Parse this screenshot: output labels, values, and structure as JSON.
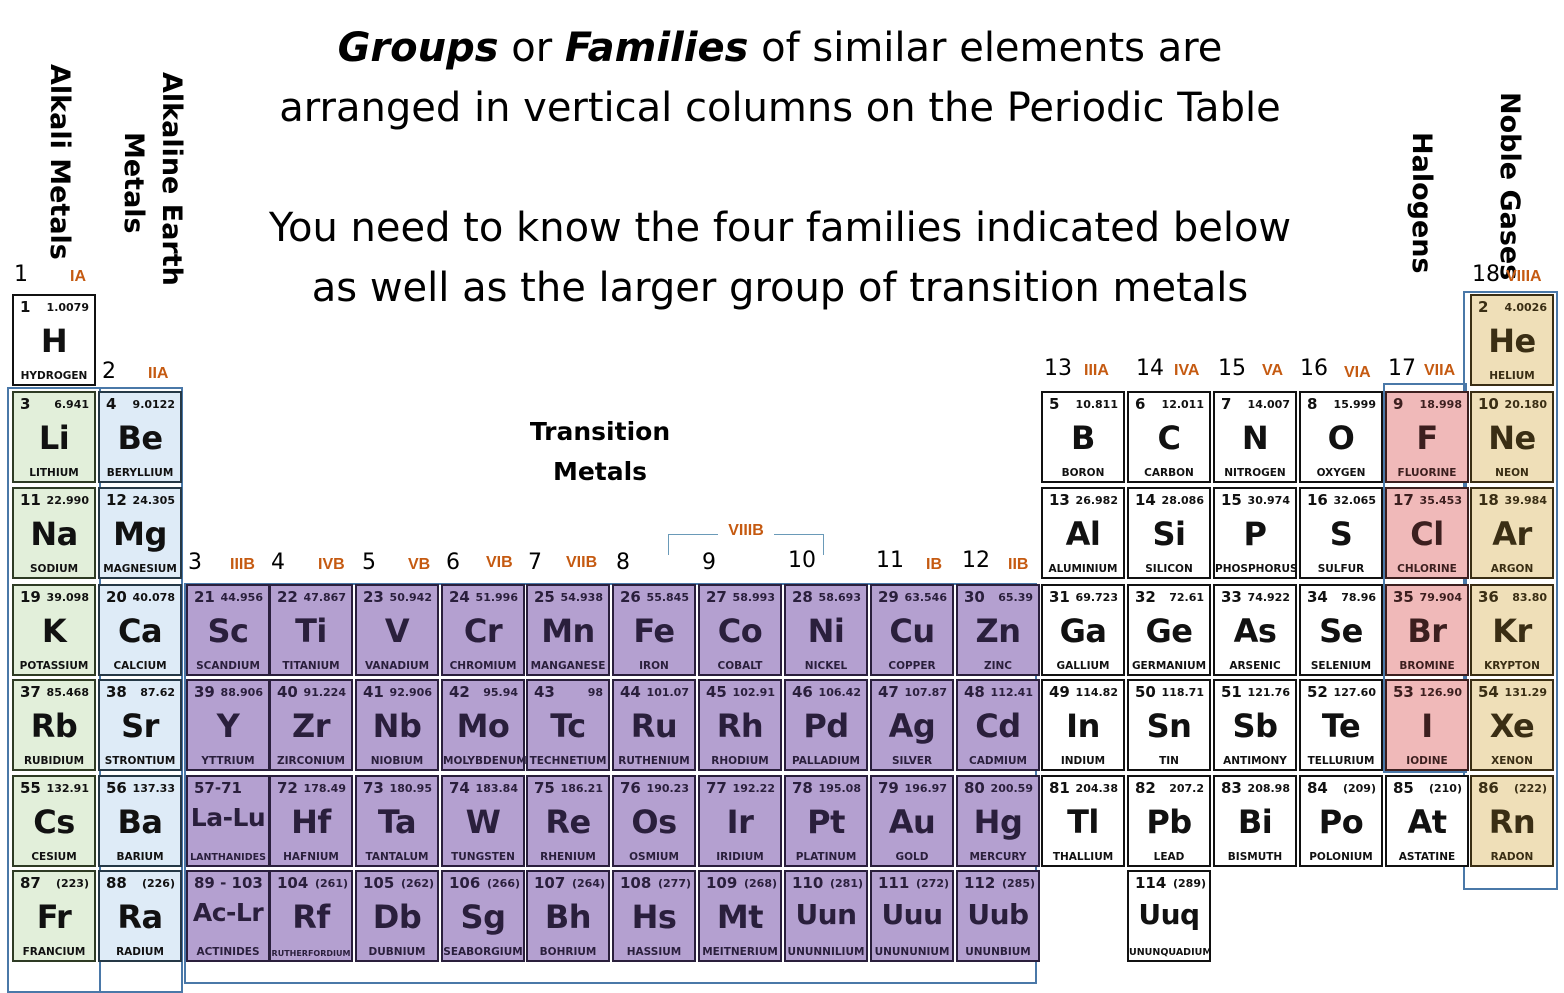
{
  "headline": {
    "line1_part1": "Groups",
    "line1_part2": " or ",
    "line1_part3": "Families",
    "line1_part4": " of similar elements are",
    "line2": "arranged in vertical columns on the Periodic Table",
    "line3": "You need to know the four families indicated below",
    "line4": "as well as the larger group of transition metals"
  },
  "family_labels": {
    "alkali": "Alkali Metals",
    "alkaline_earth_1": "Alkaline  Earth",
    "alkaline_earth_2": "Metals",
    "halogens": "Halogens",
    "noble": "Noble Gases",
    "transition_1": "Transition",
    "transition_2": "Metals",
    "viiib": "VIIIB"
  },
  "groups": [
    {
      "num": "1",
      "code": "IA"
    },
    {
      "num": "2",
      "code": "IIA"
    },
    {
      "num": "3",
      "code": "IIIB"
    },
    {
      "num": "4",
      "code": "IVB"
    },
    {
      "num": "5",
      "code": "VB"
    },
    {
      "num": "6",
      "code": "VIB"
    },
    {
      "num": "7",
      "code": "VIIB"
    },
    {
      "num": "8",
      "code": ""
    },
    {
      "num": "9",
      "code": ""
    },
    {
      "num": "10",
      "code": ""
    },
    {
      "num": "11",
      "code": "IB"
    },
    {
      "num": "12",
      "code": "IIB"
    },
    {
      "num": "13",
      "code": "IIIA"
    },
    {
      "num": "14",
      "code": "IVA"
    },
    {
      "num": "15",
      "code": "VA"
    },
    {
      "num": "16",
      "code": "VIA"
    },
    {
      "num": "17",
      "code": "VIIA"
    },
    {
      "num": "18",
      "code": "VIIIA"
    }
  ],
  "elements": [
    {
      "n": "1",
      "m": "1.0079",
      "s": "H",
      "name": "HYDROGEN",
      "col": 1,
      "row": 1,
      "fam": "plain"
    },
    {
      "n": "3",
      "m": "6.941",
      "s": "Li",
      "name": "LITHIUM",
      "col": 1,
      "row": 2,
      "fam": "alkali"
    },
    {
      "n": "11",
      "m": "22.990",
      "s": "Na",
      "name": "SODIUM",
      "col": 1,
      "row": 3,
      "fam": "alkali"
    },
    {
      "n": "19",
      "m": "39.098",
      "s": "K",
      "name": "POTASSIUM",
      "col": 1,
      "row": 4,
      "fam": "alkali"
    },
    {
      "n": "37",
      "m": "85.468",
      "s": "Rb",
      "name": "RUBIDIUM",
      "col": 1,
      "row": 5,
      "fam": "alkali"
    },
    {
      "n": "55",
      "m": "132.91",
      "s": "Cs",
      "name": "CESIUM",
      "col": 1,
      "row": 6,
      "fam": "alkali"
    },
    {
      "n": "87",
      "m": "(223)",
      "s": "Fr",
      "name": "FRANCIUM",
      "col": 1,
      "row": 7,
      "fam": "alkali"
    },
    {
      "n": "4",
      "m": "9.0122",
      "s": "Be",
      "name": "BERYLLIUM",
      "col": 2,
      "row": 2,
      "fam": "alkaline"
    },
    {
      "n": "12",
      "m": "24.305",
      "s": "Mg",
      "name": "MAGNESIUM",
      "col": 2,
      "row": 3,
      "fam": "alkaline"
    },
    {
      "n": "20",
      "m": "40.078",
      "s": "Ca",
      "name": "CALCIUM",
      "col": 2,
      "row": 4,
      "fam": "alkaline"
    },
    {
      "n": "38",
      "m": "87.62",
      "s": "Sr",
      "name": "STRONTIUM",
      "col": 2,
      "row": 5,
      "fam": "alkaline"
    },
    {
      "n": "56",
      "m": "137.33",
      "s": "Ba",
      "name": "BARIUM",
      "col": 2,
      "row": 6,
      "fam": "alkaline"
    },
    {
      "n": "88",
      "m": "(226)",
      "s": "Ra",
      "name": "RADIUM",
      "col": 2,
      "row": 7,
      "fam": "alkaline"
    },
    {
      "n": "21",
      "m": "44.956",
      "s": "Sc",
      "name": "SCANDIUM",
      "col": 3,
      "row": 4,
      "fam": "transition"
    },
    {
      "n": "39",
      "m": "88.906",
      "s": "Y",
      "name": "YTTRIUM",
      "col": 3,
      "row": 5,
      "fam": "transition"
    },
    {
      "n": "57-71",
      "m": "",
      "s": "La-Lu",
      "name": "LANTHANIDES",
      "col": 3,
      "row": 6,
      "fam": "transition"
    },
    {
      "n": "89 - 103",
      "m": "",
      "s": "Ac-Lr",
      "name": "ACTINIDES",
      "col": 3,
      "row": 7,
      "fam": "transition"
    },
    {
      "n": "22",
      "m": "47.867",
      "s": "Ti",
      "name": "TITANIUM",
      "col": 4,
      "row": 4,
      "fam": "transition"
    },
    {
      "n": "40",
      "m": "91.224",
      "s": "Zr",
      "name": "ZIRCONIUM",
      "col": 4,
      "row": 5,
      "fam": "transition"
    },
    {
      "n": "72",
      "m": "178.49",
      "s": "Hf",
      "name": "HAFNIUM",
      "col": 4,
      "row": 6,
      "fam": "transition"
    },
    {
      "n": "104",
      "m": "(261)",
      "s": "Rf",
      "name": "RUTHERFORDIUM",
      "col": 4,
      "row": 7,
      "fam": "transition"
    },
    {
      "n": "23",
      "m": "50.942",
      "s": "V",
      "name": "VANADIUM",
      "col": 5,
      "row": 4,
      "fam": "transition"
    },
    {
      "n": "41",
      "m": "92.906",
      "s": "Nb",
      "name": "NIOBIUM",
      "col": 5,
      "row": 5,
      "fam": "transition"
    },
    {
      "n": "73",
      "m": "180.95",
      "s": "Ta",
      "name": "TANTALUM",
      "col": 5,
      "row": 6,
      "fam": "transition"
    },
    {
      "n": "105",
      "m": "(262)",
      "s": "Db",
      "name": "DUBNIUM",
      "col": 5,
      "row": 7,
      "fam": "transition"
    },
    {
      "n": "24",
      "m": "51.996",
      "s": "Cr",
      "name": "CHROMIUM",
      "col": 6,
      "row": 4,
      "fam": "transition"
    },
    {
      "n": "42",
      "m": "95.94",
      "s": "Mo",
      "name": "MOLYBDENUM",
      "col": 6,
      "row": 5,
      "fam": "transition"
    },
    {
      "n": "74",
      "m": "183.84",
      "s": "W",
      "name": "TUNGSTEN",
      "col": 6,
      "row": 6,
      "fam": "transition"
    },
    {
      "n": "106",
      "m": "(266)",
      "s": "Sg",
      "name": "SEABORGIUM",
      "col": 6,
      "row": 7,
      "fam": "transition"
    },
    {
      "n": "25",
      "m": "54.938",
      "s": "Mn",
      "name": "MANGANESE",
      "col": 7,
      "row": 4,
      "fam": "transition"
    },
    {
      "n": "43",
      "m": "98",
      "s": "Tc",
      "name": "TECHNETIUM",
      "col": 7,
      "row": 5,
      "fam": "transition"
    },
    {
      "n": "75",
      "m": "186.21",
      "s": "Re",
      "name": "RHENIUM",
      "col": 7,
      "row": 6,
      "fam": "transition"
    },
    {
      "n": "107",
      "m": "(264)",
      "s": "Bh",
      "name": "BOHRIUM",
      "col": 7,
      "row": 7,
      "fam": "transition"
    },
    {
      "n": "26",
      "m": "55.845",
      "s": "Fe",
      "name": "IRON",
      "col": 8,
      "row": 4,
      "fam": "transition"
    },
    {
      "n": "44",
      "m": "101.07",
      "s": "Ru",
      "name": "RUTHENIUM",
      "col": 8,
      "row": 5,
      "fam": "transition"
    },
    {
      "n": "76",
      "m": "190.23",
      "s": "Os",
      "name": "OSMIUM",
      "col": 8,
      "row": 6,
      "fam": "transition"
    },
    {
      "n": "108",
      "m": "(277)",
      "s": "Hs",
      "name": "HASSIUM",
      "col": 8,
      "row": 7,
      "fam": "transition"
    },
    {
      "n": "27",
      "m": "58.993",
      "s": "Co",
      "name": "COBALT",
      "col": 9,
      "row": 4,
      "fam": "transition"
    },
    {
      "n": "45",
      "m": "102.91",
      "s": "Rh",
      "name": "RHODIUM",
      "col": 9,
      "row": 5,
      "fam": "transition"
    },
    {
      "n": "77",
      "m": "192.22",
      "s": "Ir",
      "name": "IRIDIUM",
      "col": 9,
      "row": 6,
      "fam": "transition"
    },
    {
      "n": "109",
      "m": "(268)",
      "s": "Mt",
      "name": "MEITNERIUM",
      "col": 9,
      "row": 7,
      "fam": "transition"
    },
    {
      "n": "28",
      "m": "58.693",
      "s": "Ni",
      "name": "NICKEL",
      "col": 10,
      "row": 4,
      "fam": "transition"
    },
    {
      "n": "46",
      "m": "106.42",
      "s": "Pd",
      "name": "PALLADIUM",
      "col": 10,
      "row": 5,
      "fam": "transition"
    },
    {
      "n": "78",
      "m": "195.08",
      "s": "Pt",
      "name": "PLATINUM",
      "col": 10,
      "row": 6,
      "fam": "transition"
    },
    {
      "n": "110",
      "m": "(281)",
      "s": "Uun",
      "name": "UNUNNILIUM",
      "col": 10,
      "row": 7,
      "fam": "transition"
    },
    {
      "n": "29",
      "m": "63.546",
      "s": "Cu",
      "name": "COPPER",
      "col": 11,
      "row": 4,
      "fam": "transition"
    },
    {
      "n": "47",
      "m": "107.87",
      "s": "Ag",
      "name": "SILVER",
      "col": 11,
      "row": 5,
      "fam": "transition"
    },
    {
      "n": "79",
      "m": "196.97",
      "s": "Au",
      "name": "GOLD",
      "col": 11,
      "row": 6,
      "fam": "transition"
    },
    {
      "n": "111",
      "m": "(272)",
      "s": "Uuu",
      "name": "UNUNUNIUM",
      "col": 11,
      "row": 7,
      "fam": "transition"
    },
    {
      "n": "30",
      "m": "65.39",
      "s": "Zn",
      "name": "ZINC",
      "col": 12,
      "row": 4,
      "fam": "transition"
    },
    {
      "n": "48",
      "m": "112.41",
      "s": "Cd",
      "name": "CADMIUM",
      "col": 12,
      "row": 5,
      "fam": "transition"
    },
    {
      "n": "80",
      "m": "200.59",
      "s": "Hg",
      "name": "MERCURY",
      "col": 12,
      "row": 6,
      "fam": "transition"
    },
    {
      "n": "112",
      "m": "(285)",
      "s": "Uub",
      "name": "UNUNBIUM",
      "col": 12,
      "row": 7,
      "fam": "transition"
    },
    {
      "n": "5",
      "m": "10.811",
      "s": "B",
      "name": "BORON",
      "col": 13,
      "row": 2,
      "fam": "plain"
    },
    {
      "n": "13",
      "m": "26.982",
      "s": "Al",
      "name": "ALUMINIUM",
      "col": 13,
      "row": 3,
      "fam": "plain"
    },
    {
      "n": "31",
      "m": "69.723",
      "s": "Ga",
      "name": "GALLIUM",
      "col": 13,
      "row": 4,
      "fam": "plain"
    },
    {
      "n": "49",
      "m": "114.82",
      "s": "In",
      "name": "INDIUM",
      "col": 13,
      "row": 5,
      "fam": "plain"
    },
    {
      "n": "81",
      "m": "204.38",
      "s": "Tl",
      "name": "THALLIUM",
      "col": 13,
      "row": 6,
      "fam": "plain"
    },
    {
      "n": "6",
      "m": "12.011",
      "s": "C",
      "name": "CARBON",
      "col": 14,
      "row": 2,
      "fam": "plain"
    },
    {
      "n": "14",
      "m": "28.086",
      "s": "Si",
      "name": "SILICON",
      "col": 14,
      "row": 3,
      "fam": "plain"
    },
    {
      "n": "32",
      "m": "72.61",
      "s": "Ge",
      "name": "GERMANIUM",
      "col": 14,
      "row": 4,
      "fam": "plain"
    },
    {
      "n": "50",
      "m": "118.71",
      "s": "Sn",
      "name": "TIN",
      "col": 14,
      "row": 5,
      "fam": "plain"
    },
    {
      "n": "82",
      "m": "207.2",
      "s": "Pb",
      "name": "LEAD",
      "col": 14,
      "row": 6,
      "fam": "plain"
    },
    {
      "n": "114",
      "m": "(289)",
      "s": "Uuq",
      "name": "UNUNQUADIUM",
      "col": 14,
      "row": 7,
      "fam": "plain"
    },
    {
      "n": "7",
      "m": "14.007",
      "s": "N",
      "name": "NITROGEN",
      "col": 15,
      "row": 2,
      "fam": "plain"
    },
    {
      "n": "15",
      "m": "30.974",
      "s": "P",
      "name": "PHOSPHORUS",
      "col": 15,
      "row": 3,
      "fam": "plain"
    },
    {
      "n": "33",
      "m": "74.922",
      "s": "As",
      "name": "ARSENIC",
      "col": 15,
      "row": 4,
      "fam": "plain"
    },
    {
      "n": "51",
      "m": "121.76",
      "s": "Sb",
      "name": "ANTIMONY",
      "col": 15,
      "row": 5,
      "fam": "plain"
    },
    {
      "n": "83",
      "m": "208.98",
      "s": "Bi",
      "name": "BISMUTH",
      "col": 15,
      "row": 6,
      "fam": "plain"
    },
    {
      "n": "8",
      "m": "15.999",
      "s": "O",
      "name": "OXYGEN",
      "col": 16,
      "row": 2,
      "fam": "plain"
    },
    {
      "n": "16",
      "m": "32.065",
      "s": "S",
      "name": "SULFUR",
      "col": 16,
      "row": 3,
      "fam": "plain"
    },
    {
      "n": "34",
      "m": "78.96",
      "s": "Se",
      "name": "SELENIUM",
      "col": 16,
      "row": 4,
      "fam": "plain"
    },
    {
      "n": "52",
      "m": "127.60",
      "s": "Te",
      "name": "TELLURIUM",
      "col": 16,
      "row": 5,
      "fam": "plain"
    },
    {
      "n": "84",
      "m": "(209)",
      "s": "Po",
      "name": "POLONIUM",
      "col": 16,
      "row": 6,
      "fam": "plain"
    },
    {
      "n": "9",
      "m": "18.998",
      "s": "F",
      "name": "FLUORINE",
      "col": 17,
      "row": 2,
      "fam": "halogen"
    },
    {
      "n": "17",
      "m": "35.453",
      "s": "Cl",
      "name": "CHLORINE",
      "col": 17,
      "row": 3,
      "fam": "halogen"
    },
    {
      "n": "35",
      "m": "79.904",
      "s": "Br",
      "name": "BROMINE",
      "col": 17,
      "row": 4,
      "fam": "halogen"
    },
    {
      "n": "53",
      "m": "126.90",
      "s": "I",
      "name": "IODINE",
      "col": 17,
      "row": 5,
      "fam": "halogen"
    },
    {
      "n": "85",
      "m": "(210)",
      "s": "At",
      "name": "ASTATINE",
      "col": 17,
      "row": 6,
      "fam": "plain"
    },
    {
      "n": "2",
      "m": "4.0026",
      "s": "He",
      "name": "HELIUM",
      "col": 18,
      "row": 1,
      "fam": "noble"
    },
    {
      "n": "10",
      "m": "20.180",
      "s": "Ne",
      "name": "NEON",
      "col": 18,
      "row": 2,
      "fam": "noble"
    },
    {
      "n": "18",
      "m": "39.984",
      "s": "Ar",
      "name": "ARGON",
      "col": 18,
      "row": 3,
      "fam": "noble"
    },
    {
      "n": "36",
      "m": "83.80",
      "s": "Kr",
      "name": "KRYPTON",
      "col": 18,
      "row": 4,
      "fam": "noble"
    },
    {
      "n": "54",
      "m": "131.29",
      "s": "Xe",
      "name": "XENON",
      "col": 18,
      "row": 5,
      "fam": "noble"
    },
    {
      "n": "86",
      "m": "(222)",
      "s": "Rn",
      "name": "RADON",
      "col": 18,
      "row": 6,
      "fam": "noble"
    }
  ],
  "colors": {
    "alkali": "#e2efda",
    "alkaline_earth": "#deebf7",
    "transition": "#b4a0d0",
    "halogen": "#f0b9b9",
    "noble": "#efdfb8",
    "group_code": "#c55a11",
    "family_outline": "#4a78a8"
  }
}
